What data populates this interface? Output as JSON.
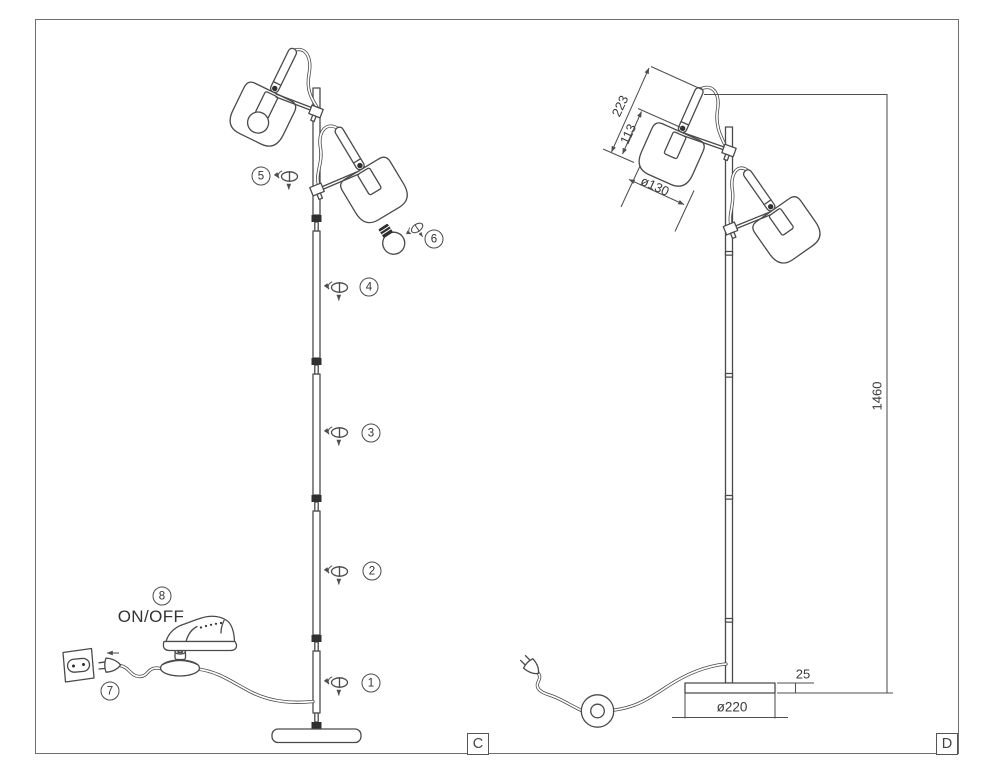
{
  "colors": {
    "background": "#ffffff",
    "line": "#4a4a4a",
    "text": "#3a3a3a",
    "panel_border": "#6f6f6f"
  },
  "panel_c": {
    "corner_label": "C",
    "on_off_label": "ON/OFF",
    "step_numbers": [
      "1",
      "2",
      "3",
      "4",
      "5",
      "6",
      "7",
      "8"
    ]
  },
  "panel_d": {
    "corner_label": "D",
    "dimensions": {
      "lamp_head_length": "223",
      "lamp_head_depth": "113",
      "shade_diameter": "ø130",
      "total_height": "1460",
      "base_height": "25",
      "base_diameter": "ø220"
    }
  }
}
